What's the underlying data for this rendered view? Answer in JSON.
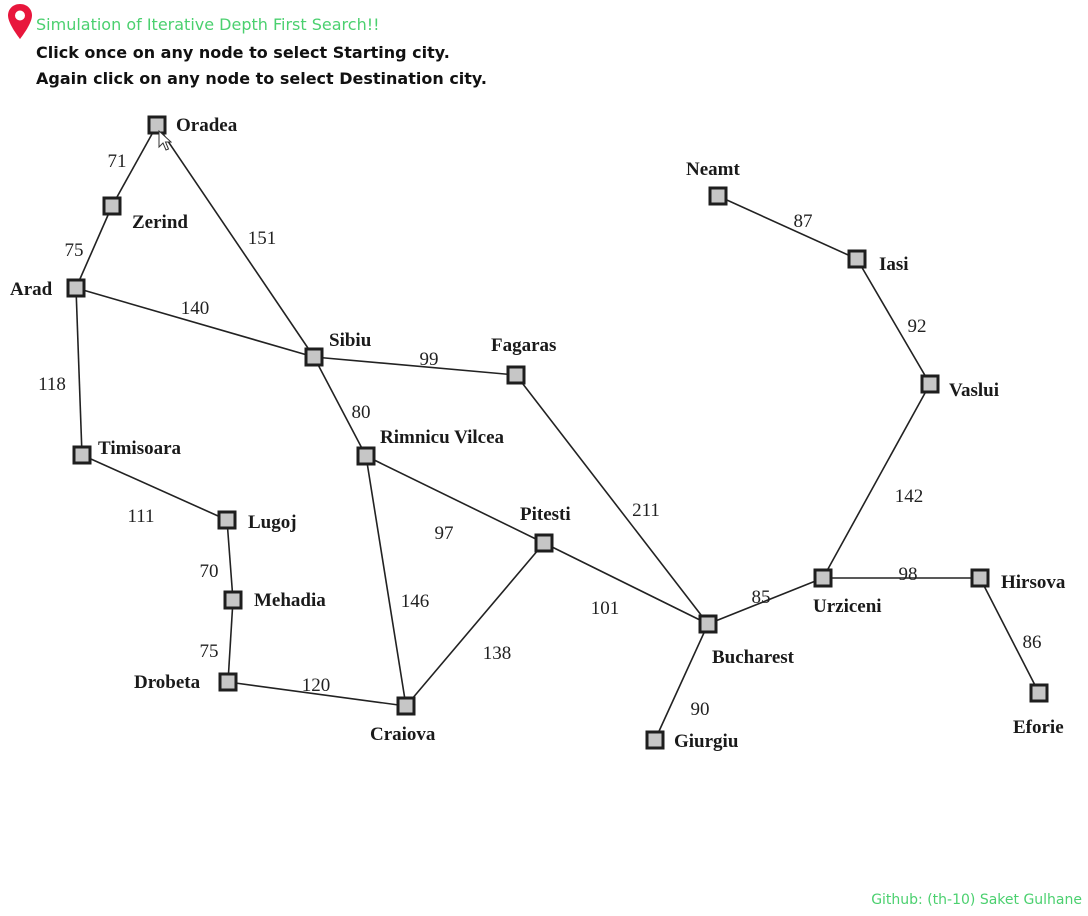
{
  "header": {
    "title": "Simulation of Iterative Depth First Search!!",
    "instruction_start": "Click once on any node to select Starting city.",
    "instruction_dest": "Again click on any node to select Destination city."
  },
  "cities": [
    {
      "id": "oradea",
      "name": "Oradea"
    },
    {
      "id": "zerind",
      "name": "Zerind"
    },
    {
      "id": "arad",
      "name": "Arad"
    },
    {
      "id": "timisoara",
      "name": "Timisoara"
    },
    {
      "id": "lugoj",
      "name": "Lugoj"
    },
    {
      "id": "mehadia",
      "name": "Mehadia"
    },
    {
      "id": "drobeta",
      "name": "Drobeta"
    },
    {
      "id": "craiova",
      "name": "Craiova"
    },
    {
      "id": "sibiu",
      "name": "Sibiu"
    },
    {
      "id": "rimnicu_vilcea",
      "name": "Rimnicu Vilcea"
    },
    {
      "id": "fagaras",
      "name": "Fagaras"
    },
    {
      "id": "pitesti",
      "name": "Pitesti"
    },
    {
      "id": "bucharest",
      "name": "Bucharest"
    },
    {
      "id": "giurgiu",
      "name": "Giurgiu"
    },
    {
      "id": "urziceni",
      "name": "Urziceni"
    },
    {
      "id": "hirsova",
      "name": "Hirsova"
    },
    {
      "id": "eforie",
      "name": "Eforie"
    },
    {
      "id": "vaslui",
      "name": "Vaslui"
    },
    {
      "id": "iasi",
      "name": "Iasi"
    },
    {
      "id": "neamt",
      "name": "Neamt"
    }
  ],
  "roads": [
    {
      "from": "oradea",
      "to": "zerind",
      "distance": "71"
    },
    {
      "from": "zerind",
      "to": "arad",
      "distance": "75"
    },
    {
      "from": "oradea",
      "to": "sibiu",
      "distance": "151"
    },
    {
      "from": "arad",
      "to": "sibiu",
      "distance": "140"
    },
    {
      "from": "arad",
      "to": "timisoara",
      "distance": "118"
    },
    {
      "from": "timisoara",
      "to": "lugoj",
      "distance": "111"
    },
    {
      "from": "lugoj",
      "to": "mehadia",
      "distance": "70"
    },
    {
      "from": "mehadia",
      "to": "drobeta",
      "distance": "75"
    },
    {
      "from": "drobeta",
      "to": "craiova",
      "distance": "120"
    },
    {
      "from": "sibiu",
      "to": "fagaras",
      "distance": "99"
    },
    {
      "from": "sibiu",
      "to": "rimnicu_vilcea",
      "distance": "80"
    },
    {
      "from": "rimnicu_vilcea",
      "to": "pitesti",
      "distance": "97"
    },
    {
      "from": "rimnicu_vilcea",
      "to": "craiova",
      "distance": "146"
    },
    {
      "from": "craiova",
      "to": "pitesti",
      "distance": "138"
    },
    {
      "from": "fagaras",
      "to": "bucharest",
      "distance": "211"
    },
    {
      "from": "pitesti",
      "to": "bucharest",
      "distance": "101"
    },
    {
      "from": "bucharest",
      "to": "giurgiu",
      "distance": "90"
    },
    {
      "from": "bucharest",
      "to": "urziceni",
      "distance": "85"
    },
    {
      "from": "urziceni",
      "to": "hirsova",
      "distance": "98"
    },
    {
      "from": "hirsova",
      "to": "eforie",
      "distance": "86"
    },
    {
      "from": "urziceni",
      "to": "vaslui",
      "distance": "142"
    },
    {
      "from": "vaslui",
      "to": "iasi",
      "distance": "92"
    },
    {
      "from": "iasi",
      "to": "neamt",
      "distance": "87"
    }
  ],
  "footer": {
    "credit": "Github: (th-10) Saket Gulhane"
  },
  "colors": {
    "title": "#4bd06f",
    "pin": "#e8163c",
    "node_fill": "#c6c6c6",
    "node_stroke": "#1e1e1e",
    "edge": "#222222"
  },
  "icons": {
    "pin": "map-pin-icon",
    "cursor": "mouse-pointer-icon"
  }
}
